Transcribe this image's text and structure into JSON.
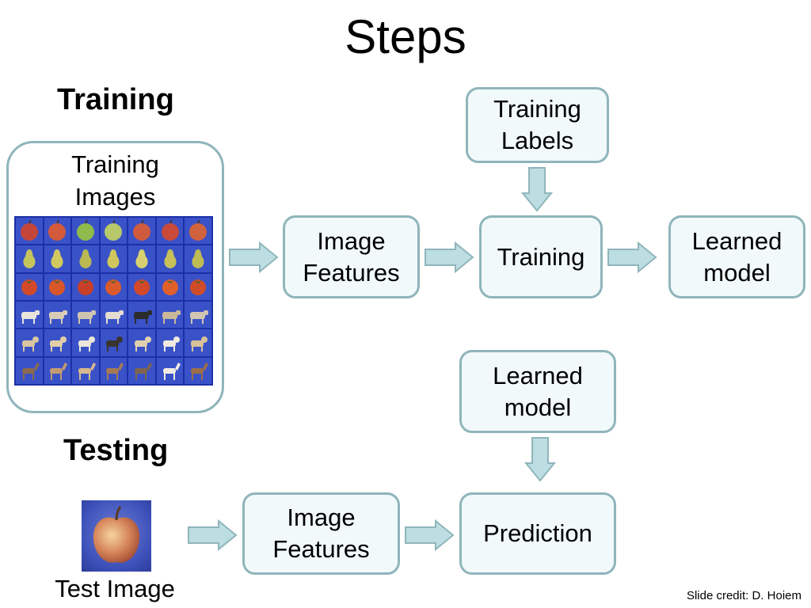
{
  "title": "Steps",
  "training": {
    "heading": "Training",
    "images_label": "Training\nImages",
    "features_label": "Image\nFeatures",
    "labels_label": "Training\nLabels",
    "training_label": "Training",
    "model_label": "Learned\nmodel",
    "grid_rows": [
      "apple",
      "pear",
      "tomato",
      "cow",
      "dog",
      "horse"
    ]
  },
  "testing": {
    "heading": "Testing",
    "test_image_label": "Test Image",
    "features_label": "Image\nFeatures",
    "model_label": "Learned\nmodel",
    "prediction_label": "Prediction"
  },
  "credit": "Slide credit: D. Hoiem",
  "colors": {
    "box_fill": "#f1f9fa",
    "box_border": "#8fb5ba",
    "arrow_fill": "#bcdee2",
    "arrow_stroke": "#8fb5ba",
    "image_background": "#3a52c8"
  }
}
